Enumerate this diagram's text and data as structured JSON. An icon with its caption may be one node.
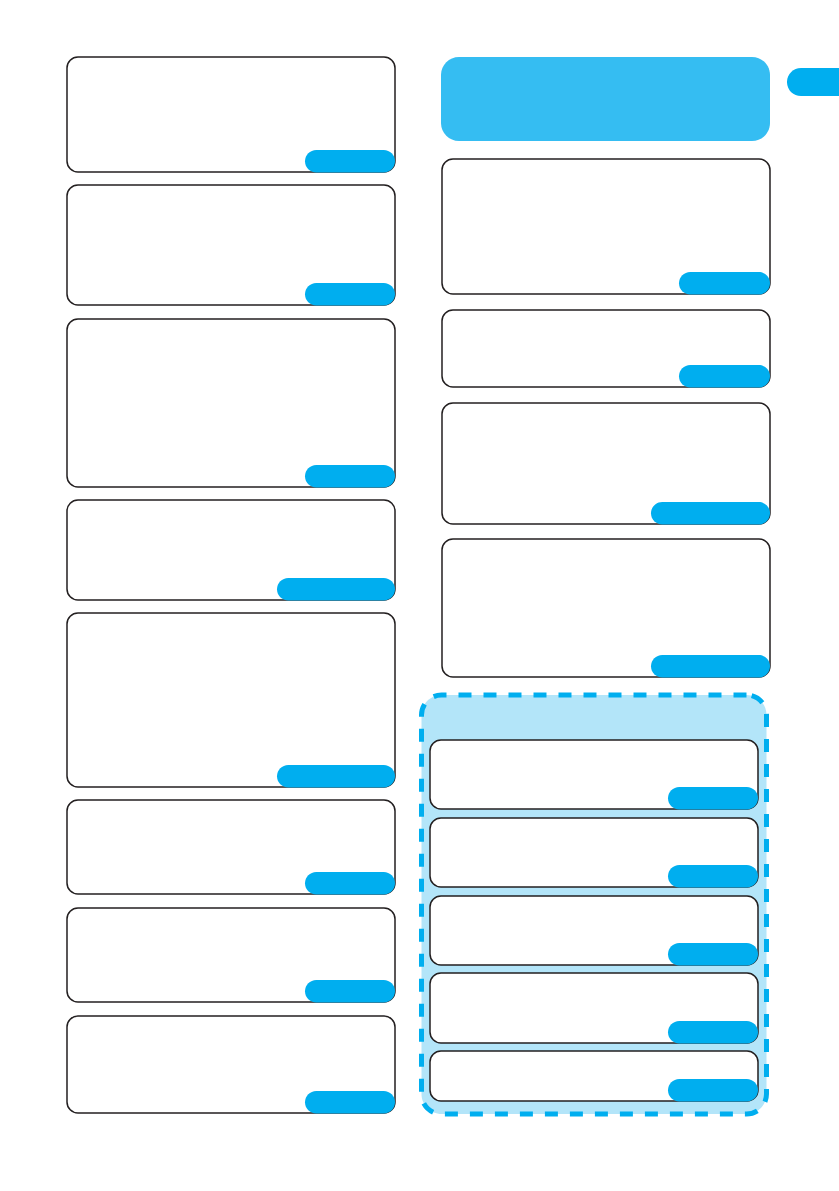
{
  "diagram": {
    "nodes": [
      {
        "text": [],
        "shape": "box"
      },
      {
        "text": [],
        "shape": "bar",
        "in": 0
      },
      {
        "text": [],
        "shape": "box"
      },
      {
        "text": [],
        "shape": "bar",
        "in": 2
      },
      {
        "text": [],
        "shape": "box"
      },
      {
        "text": [],
        "shape": "bar",
        "in": 4
      },
      {
        "text": [],
        "shape": "box"
      },
      {
        "text": [],
        "shape": "bar",
        "in": 6
      },
      {
        "text": [],
        "shape": "box"
      },
      {
        "text": [],
        "shape": "bar",
        "in": 8
      },
      {
        "text": [],
        "shape": "box"
      },
      {
        "text": [],
        "shape": "bar",
        "in": 10
      },
      {
        "text": [],
        "shape": "box"
      },
      {
        "text": [],
        "shape": "bar",
        "in": 12
      },
      {
        "text": [],
        "shape": "box"
      },
      {
        "text": [],
        "shape": "bar",
        "in": 14
      },
      {
        "text": [],
        "shape": "box"
      },
      {
        "text": [],
        "shape": "box"
      },
      {
        "text": [],
        "shape": "bar",
        "in": 17
      },
      {
        "text": [],
        "shape": "box"
      },
      {
        "text": [],
        "shape": "bar",
        "in": 19
      },
      {
        "text": [],
        "shape": "box"
      },
      {
        "text": [],
        "shape": "bar",
        "in": 21
      },
      {
        "text": [],
        "shape": "box"
      },
      {
        "text": [],
        "shape": "bar",
        "in": 23
      },
      {
        "text": [],
        "shape": "box"
      },
      {
        "text": [],
        "shape": "box",
        "in": 25
      },
      {
        "text": [],
        "shape": "bar",
        "in": 26
      },
      {
        "text": [],
        "shape": "box",
        "in": 25
      },
      {
        "text": [],
        "shape": "bar",
        "in": 28
      },
      {
        "text": [],
        "shape": "box",
        "in": 25
      },
      {
        "text": [],
        "shape": "bar",
        "in": 30
      },
      {
        "text": [],
        "shape": "box",
        "in": 25
      },
      {
        "text": [],
        "shape": "bar",
        "in": 32
      },
      {
        "text": [],
        "shape": "box",
        "in": 25
      },
      {
        "text": [],
        "shape": "bar",
        "in": 34
      }
    ]
  }
}
